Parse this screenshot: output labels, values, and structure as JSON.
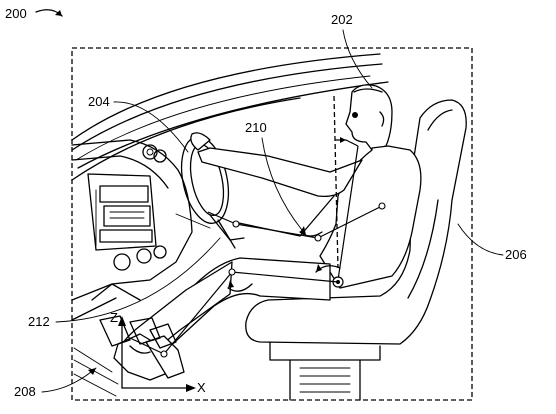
{
  "figure": {
    "ref_main": "200",
    "ref_occupant": "202",
    "ref_steering": "204",
    "ref_seat": "206",
    "ref_floor": "208",
    "ref_arm_skeleton": "210",
    "ref_leg_skeleton": "212",
    "axis_z": "Z",
    "axis_x": "X"
  }
}
